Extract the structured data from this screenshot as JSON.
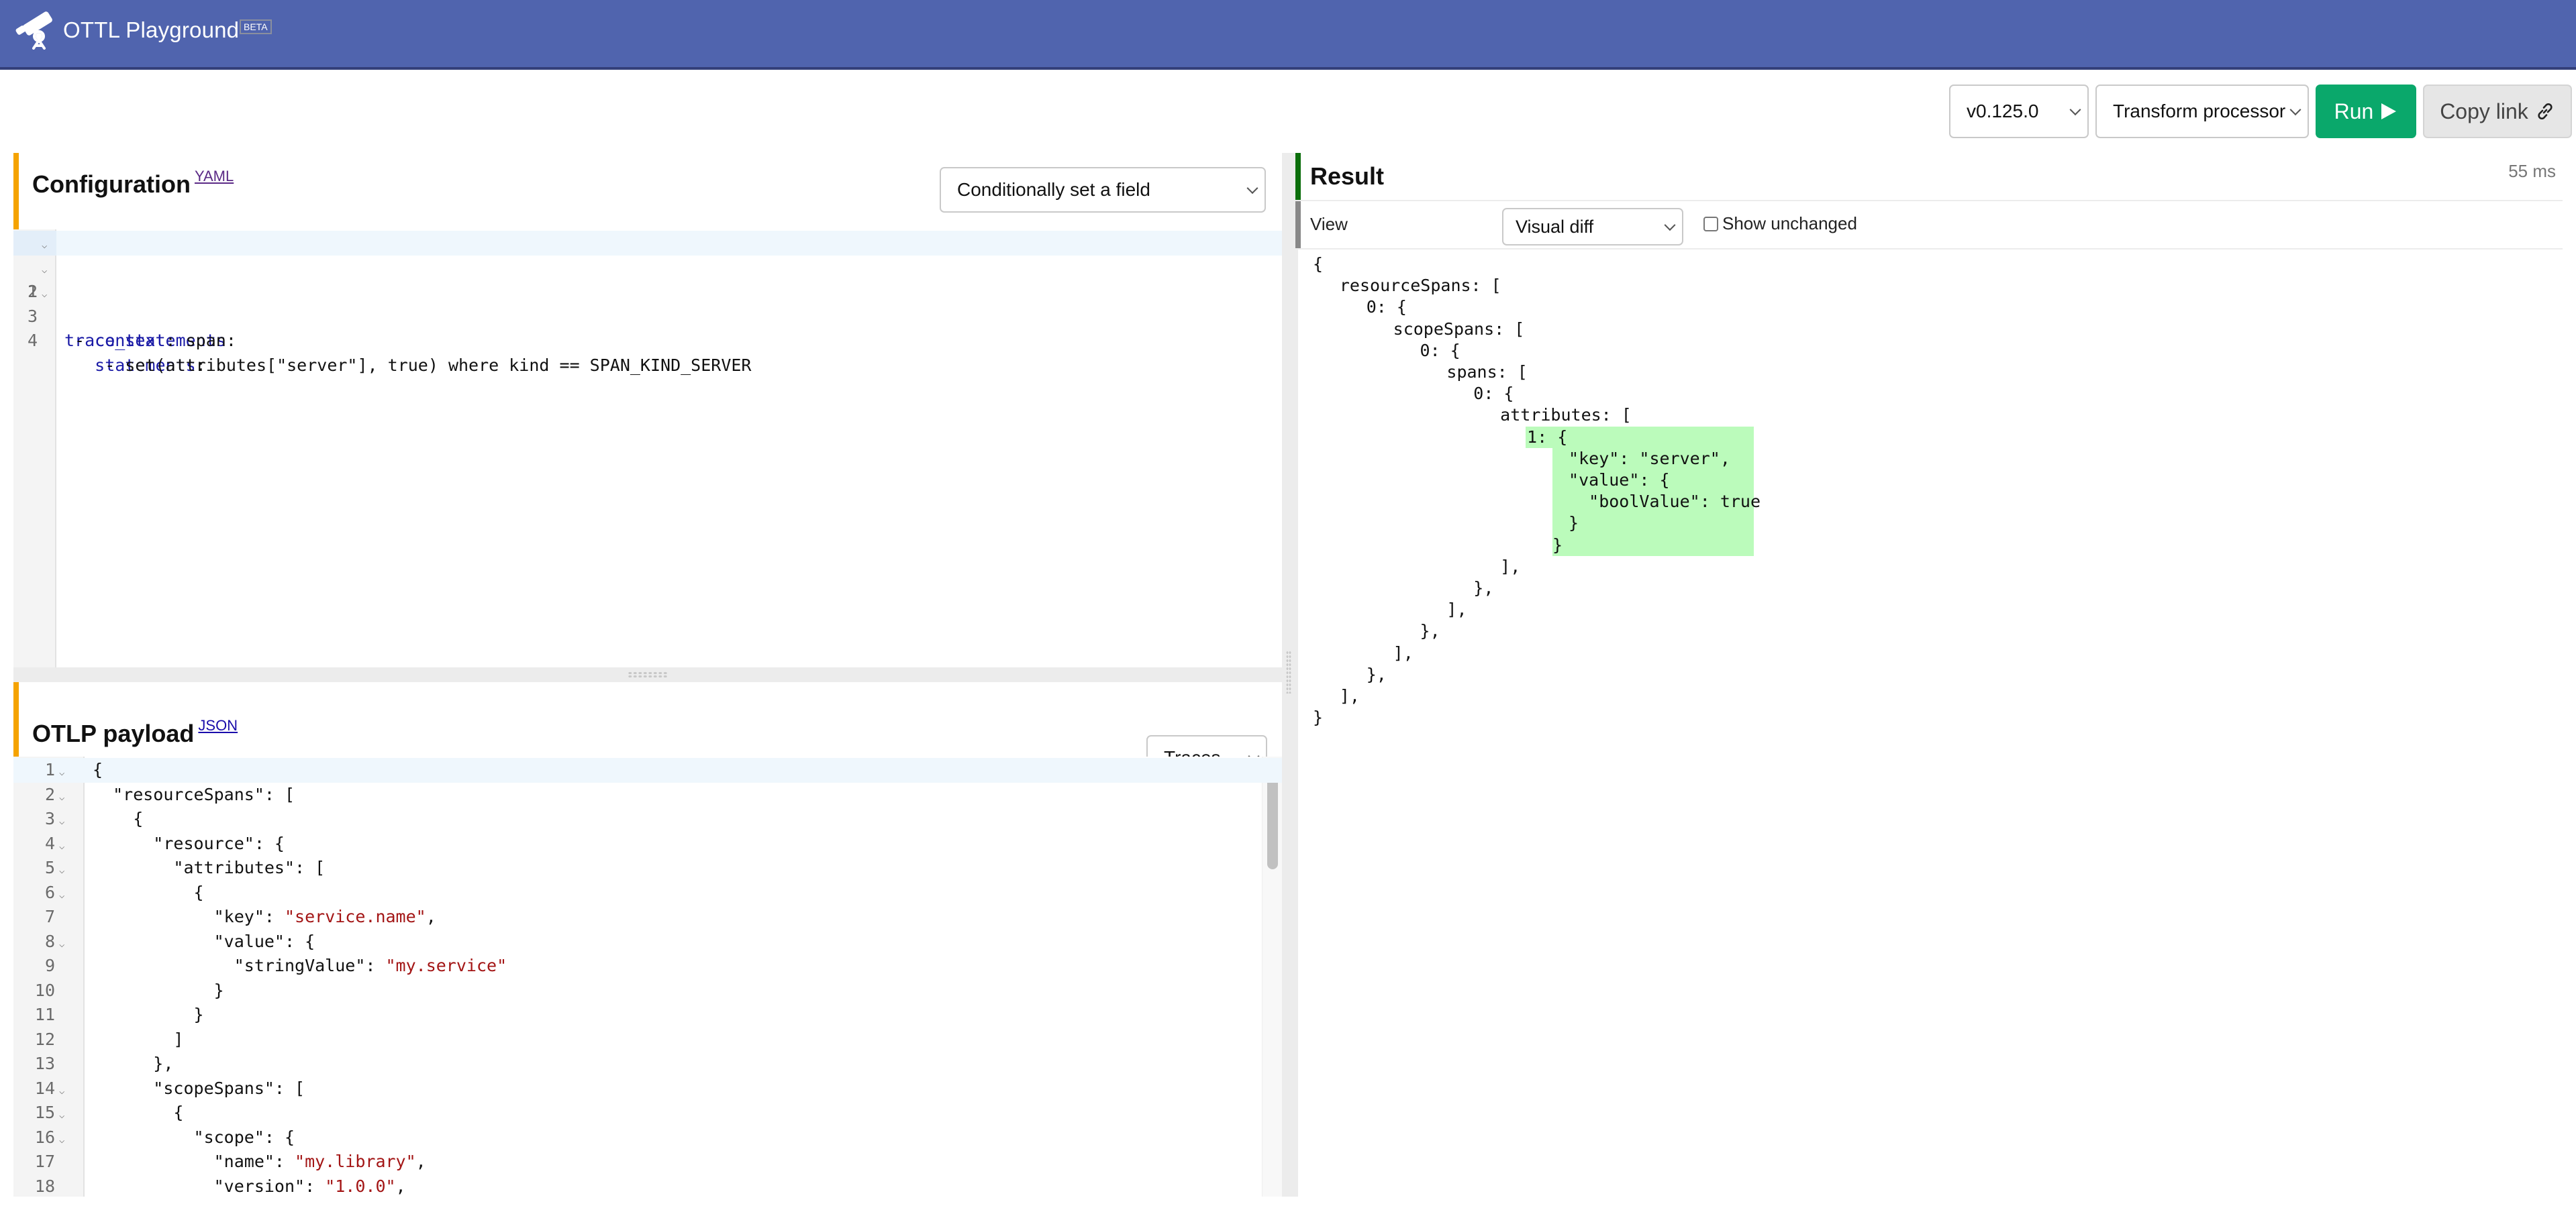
{
  "header": {
    "title": "OTTL Playground",
    "badge": "BETA",
    "logo_icon": "telescope-icon",
    "colors": {
      "bar": "#5064ae",
      "bar_border": "#34407a"
    }
  },
  "toolbar": {
    "version_select": {
      "value": "v0.125.0"
    },
    "processor_select": {
      "value": "Transform processor"
    },
    "run_button": {
      "label": "Run",
      "icon": "play-icon",
      "color": "#0aa86b"
    },
    "copy_link_button": {
      "label": "Copy link",
      "icon": "link-icon"
    }
  },
  "configuration": {
    "title": "Configuration",
    "format_link": "YAML",
    "example_select": {
      "value": "Conditionally set a field"
    },
    "editor": {
      "lines": [
        {
          "n": "1",
          "fold": "⌄",
          "text": "trace_statements:"
        },
        {
          "n": "2",
          "fold": "⌄",
          "text": " - context: span"
        },
        {
          "n": "3",
          "fold": "⌄",
          "text": "   statements:"
        },
        {
          "n": "4",
          "fold": "",
          "text": "    - set(attributes[\"server\"], true) where kind == SPAN_KIND_SERVER"
        }
      ]
    }
  },
  "payload": {
    "title": "OTLP payload",
    "format_link": "JSON",
    "signal_select": {
      "value": "Traces"
    },
    "editor": {
      "lines": [
        {
          "n": "1",
          "fold": "⌄",
          "text": "{"
        },
        {
          "n": "2",
          "fold": "⌄",
          "text": "  \"resourceSpans\": ["
        },
        {
          "n": "3",
          "fold": "⌄",
          "text": "    {"
        },
        {
          "n": "4",
          "fold": "⌄",
          "text": "      \"resource\": {"
        },
        {
          "n": "5",
          "fold": "⌄",
          "text": "        \"attributes\": ["
        },
        {
          "n": "6",
          "fold": "⌄",
          "text": "          {"
        },
        {
          "n": "7",
          "fold": "",
          "text": "            \"key\": ",
          "str": "\"service.name\"",
          "tail": ","
        },
        {
          "n": "8",
          "fold": "⌄",
          "text": "            \"value\": {"
        },
        {
          "n": "9",
          "fold": "",
          "text": "              \"stringValue\": ",
          "str": "\"my.service\"",
          "tail": ""
        },
        {
          "n": "10",
          "fold": "",
          "text": "            }"
        },
        {
          "n": "11",
          "fold": "",
          "text": "          }"
        },
        {
          "n": "12",
          "fold": "",
          "text": "        ]"
        },
        {
          "n": "13",
          "fold": "",
          "text": "      },"
        },
        {
          "n": "14",
          "fold": "⌄",
          "text": "      \"scopeSpans\": ["
        },
        {
          "n": "15",
          "fold": "⌄",
          "text": "        {"
        },
        {
          "n": "16",
          "fold": "⌄",
          "text": "          \"scope\": {"
        },
        {
          "n": "17",
          "fold": "",
          "text": "            \"name\": ",
          "str": "\"my.library\"",
          "tail": ","
        },
        {
          "n": "18",
          "fold": "",
          "text": "            \"version\": ",
          "str": "\"1.0.0\"",
          "tail": ","
        }
      ]
    }
  },
  "result": {
    "title": "Result",
    "elapsed": "55 ms",
    "view_label": "View",
    "view_select": {
      "value": "Visual diff"
    },
    "show_unchanged": {
      "label": "Show unchanged",
      "checked": false
    },
    "diff_lines": [
      {
        "indent": 0,
        "text": "{"
      },
      {
        "indent": 1,
        "text": "resourceSpans: ["
      },
      {
        "indent": 2,
        "text": "0: {"
      },
      {
        "indent": 3,
        "text": "scopeSpans: ["
      },
      {
        "indent": 4,
        "text": "0: {"
      },
      {
        "indent": 5,
        "text": "spans: ["
      },
      {
        "indent": 6,
        "text": "0: {"
      },
      {
        "indent": 7,
        "text": "attributes: ["
      },
      {
        "indent": 8,
        "text": "1: {",
        "added": true
      },
      {
        "indent": 9,
        "text": "\"key\": \"server\",",
        "added": true
      },
      {
        "indent": 9,
        "text": "\"value\": {",
        "added": true
      },
      {
        "indent": 9,
        "text": "  \"boolValue\": true",
        "added": true
      },
      {
        "indent": 9,
        "text": "}",
        "added": true
      },
      {
        "indent": 8,
        "text": "}",
        "added": true
      },
      {
        "indent": 7,
        "text": "],"
      },
      {
        "indent": 6,
        "text": "},"
      },
      {
        "indent": 5,
        "text": "],"
      },
      {
        "indent": 4,
        "text": "},"
      },
      {
        "indent": 3,
        "text": "],"
      },
      {
        "indent": 2,
        "text": "},"
      },
      {
        "indent": 1,
        "text": "],"
      },
      {
        "indent": 0,
        "text": "}"
      }
    ],
    "added_color": "#bbfbbb"
  }
}
